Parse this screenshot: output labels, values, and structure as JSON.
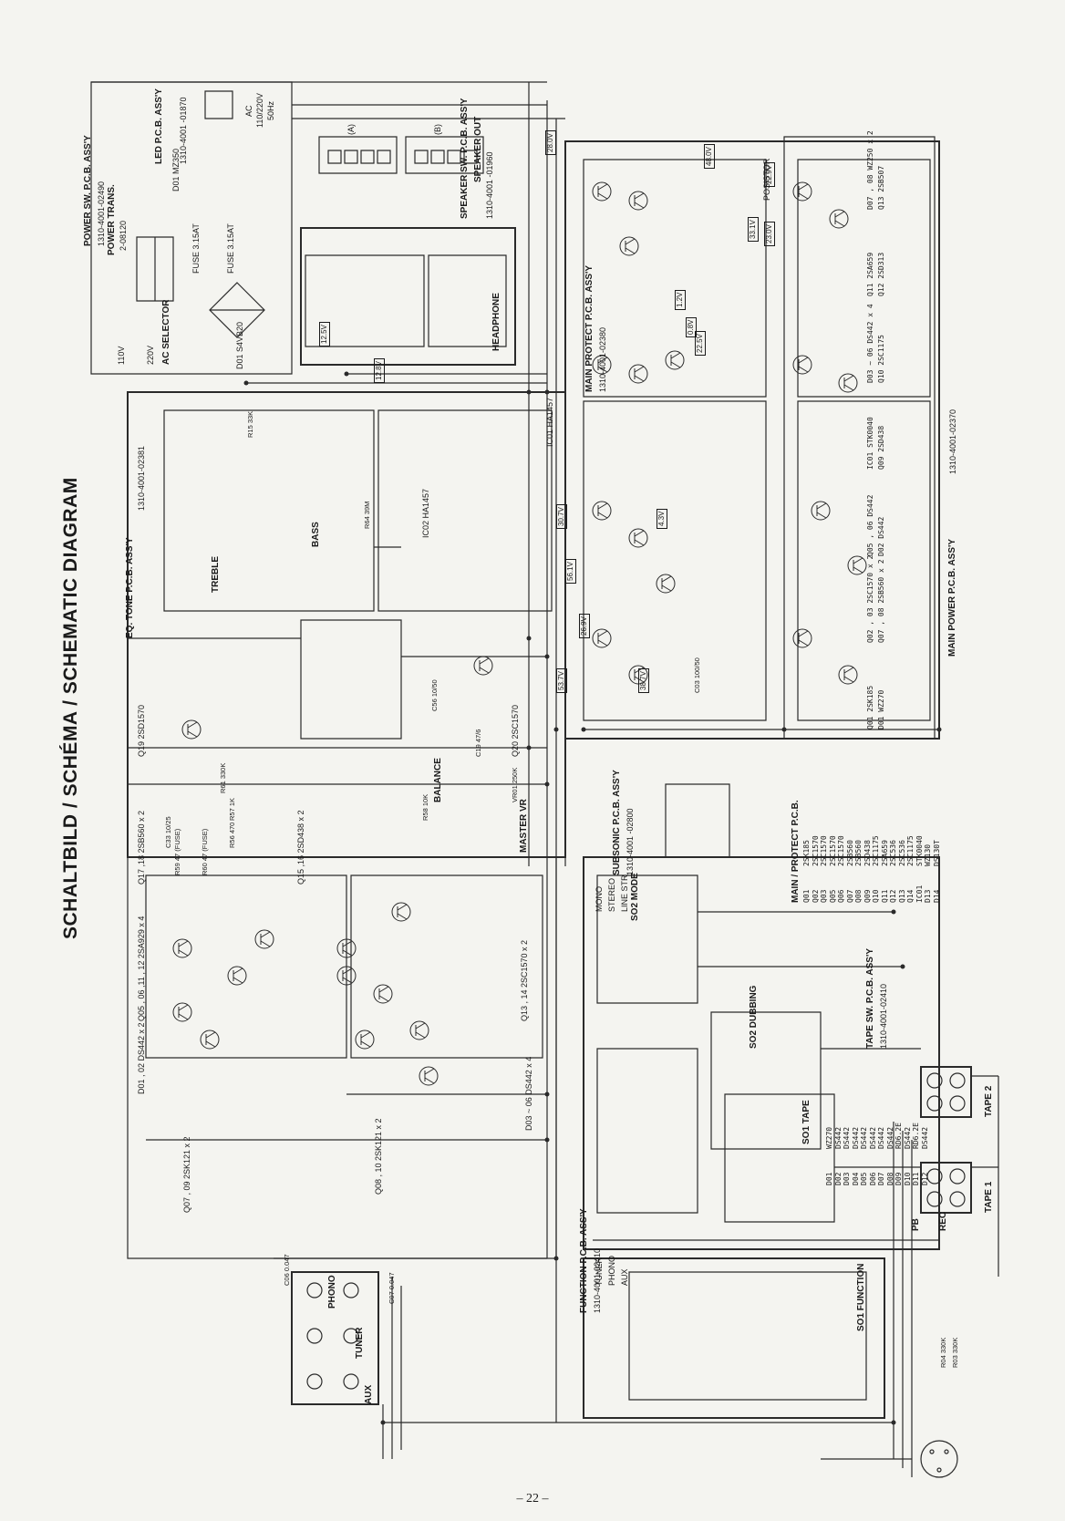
{
  "title": "SCHALTBILD / SCHÉMA / SCHEMATIC DIAGRAM",
  "page_number": "– 22 –",
  "colors": {
    "ink": "#1a1a1a",
    "paper": "#f4f4f0",
    "wire": "#2a2a2a"
  },
  "blocks": {
    "power_sw": {
      "name": "POWER SW. P.C.B. ASS'Y",
      "part": "1310-4001-02490"
    },
    "ac_input": {
      "name": "AC",
      "spec": "110/220V",
      "freq": "50Hz"
    },
    "led_pcb": {
      "name": "LED P.C.B. ASS'Y",
      "part": "1310-4001 -01870"
    },
    "power_trans": {
      "name": "POWER TRANS.",
      "part": "2-08120"
    },
    "ac_selector": {
      "name": "AC SELECTOR",
      "v110": "110V",
      "v220": "220V"
    },
    "fuse1": "FUSE 3.15AT",
    "fuse2": "FUSE 3.15AT",
    "speaker_sw": {
      "name": "SPEAKER SW. P.C.B. ASS'Y",
      "part": "1310-4001 -01960"
    },
    "speaker_out": "SPEAKER OUT",
    "headphone": "HEADPHONE",
    "main_protect": {
      "name": "MAIN PROTECT P.C.B. ASS'Y",
      "part": "1310-4001-02380"
    },
    "eq_tone": {
      "name": "EQ. TONE P.C.B. ASS'Y",
      "part": "1310-4001-02381"
    },
    "main_power": {
      "name": "MAIN POWER P.C.B. ASS'Y",
      "part": "1310-4001-02370"
    },
    "subsonic": {
      "name": "SUBSONIC P.C.B. ASS'Y",
      "part": "1310-4001 -02800"
    },
    "tape_sw": {
      "name": "TAPE SW. P.C.B. ASS'Y",
      "part": "1310-4001-02410"
    },
    "function_pcb": {
      "name": "FUNCTION P.C.B. ASS'Y",
      "part": "1310-4001-02410"
    }
  },
  "controls": {
    "bass": "BASS",
    "treble": "TREBLE",
    "balance": "BALANCE",
    "master_vr": "MASTER VR",
    "mode": "SO2 MODE",
    "dubbing": "SO2 DUBBING",
    "tape_sel": "SO1 TAPE",
    "function_sel": "SO1 FUNCTION",
    "mode_positions": [
      "MONO",
      "STEREO",
      "LINE STR"
    ]
  },
  "jacks": {
    "phono": "PHONO",
    "tuner": "TUNER",
    "aux": "AUX",
    "tape1": "TAPE 1",
    "tape2": "TAPE 2",
    "pb": "PB",
    "rec": "REC"
  },
  "function_positions": [
    "TUNER",
    "PHONO",
    "AUX"
  ],
  "transistor_labels": {
    "q19": "Q19 2SD1570",
    "q20": "Q20 2SC1570",
    "q17_18": "Q17 ,18 2SB560 x 2",
    "q15_16": "Q15 ,16 2SD438 x 2",
    "q05": "Q05 , 06 ,11 , 12 2SA929 x 4",
    "q13_14": "Q13 , 14 2SC1570 x 2",
    "d01_02": "D01 , 02 DS442 x 2",
    "q07_09": "Q07 , 09 2SK121 x 2",
    "q08_10": "Q08 , 10 2SK121 x 2",
    "d03_06": "D03 ~ 06 DS442 x 4",
    "d01_mz": "D01 MZ350",
    "d01_bridge": "D01 S4VB20",
    "ic01": "IC01 HA1457",
    "ic02": "IC02 HA1457"
  },
  "main_power_parts": [
    "Q01 2SK185",
    "D01 WZ270",
    "Q02 , 03 2SC1570 x 2",
    "Q07 , 08 2SB560 x 2",
    "Q05 , 06 DS442",
    "D02 DS442",
    "IC01 STK0040",
    "Q09 2SD438",
    "D03 ~ 06 DS442 x 4",
    "Q10 2SC1175",
    "Q11 2SA659",
    "Q12 2SD313",
    "D07 , 08 WZ250 x 2",
    "Q13 2SB507"
  ],
  "parts_list_main_protect": {
    "header": "MAIN / PROTECT P.C.B.",
    "rows": [
      [
        "Q01",
        "2SK185"
      ],
      [
        "Q02",
        "2SC1570"
      ],
      [
        "Q03",
        "2SC1570"
      ],
      [
        "Q05",
        "2SC1570"
      ],
      [
        "Q06",
        "2SC1570"
      ],
      [
        "Q07",
        "2SB560"
      ],
      [
        "Q08",
        "2SB560"
      ],
      [
        "Q09",
        "2SD438"
      ],
      [
        "Q10",
        "2SC1175"
      ],
      [
        "Q11",
        "2SA659"
      ],
      [
        "Q12",
        "2SC536"
      ],
      [
        "Q13",
        "2SC536"
      ],
      [
        "Q14",
        "2SC1175"
      ],
      [
        "IC01",
        "STK0040"
      ],
      [
        "D13",
        "WZ130"
      ],
      [
        "D14",
        "DS130T"
      ]
    ]
  },
  "parts_list_diodes": {
    "rows": [
      [
        "D01",
        "WZ270"
      ],
      [
        "D02",
        "DS442"
      ],
      [
        "D03",
        "DS442"
      ],
      [
        "D04",
        "DS442"
      ],
      [
        "D05",
        "DS442"
      ],
      [
        "D06",
        "DS442"
      ],
      [
        "D07",
        "DS442"
      ],
      [
        "D08",
        "DS442"
      ],
      [
        "D09",
        "RD6.2E"
      ],
      [
        "D10",
        "DS442"
      ],
      [
        "D11",
        "RD6.2E"
      ],
      [
        "D12",
        "DS442"
      ]
    ]
  },
  "voltages": [
    "28.0V",
    "48.0V",
    "22.9V",
    "33.1V",
    "23.0V",
    "1.2V",
    "0.8V",
    "22.5V",
    "12.5V",
    "12.8V",
    "30.7V",
    "56.1V",
    "26.9V",
    "53.7V",
    "38.7V",
    "4.3V"
  ],
  "component_marks": [
    "R61 330K",
    "C33 10/25",
    "R59 47 (FUSE)",
    "R60 47 (FUSE)",
    "R56 470",
    "R57 1K",
    "C06 0.047",
    "C07 0.047",
    "R04 330K",
    "R03 330K",
    "R64 39M",
    "R15 33K",
    "C19 47/6",
    "R58 10K",
    "C56 10/50",
    "VR01 250K",
    "C03 100/50"
  ],
  "labels_misc": {
    "posistor": "POSISTOR",
    "a": "(A)",
    "b": "(B)"
  }
}
